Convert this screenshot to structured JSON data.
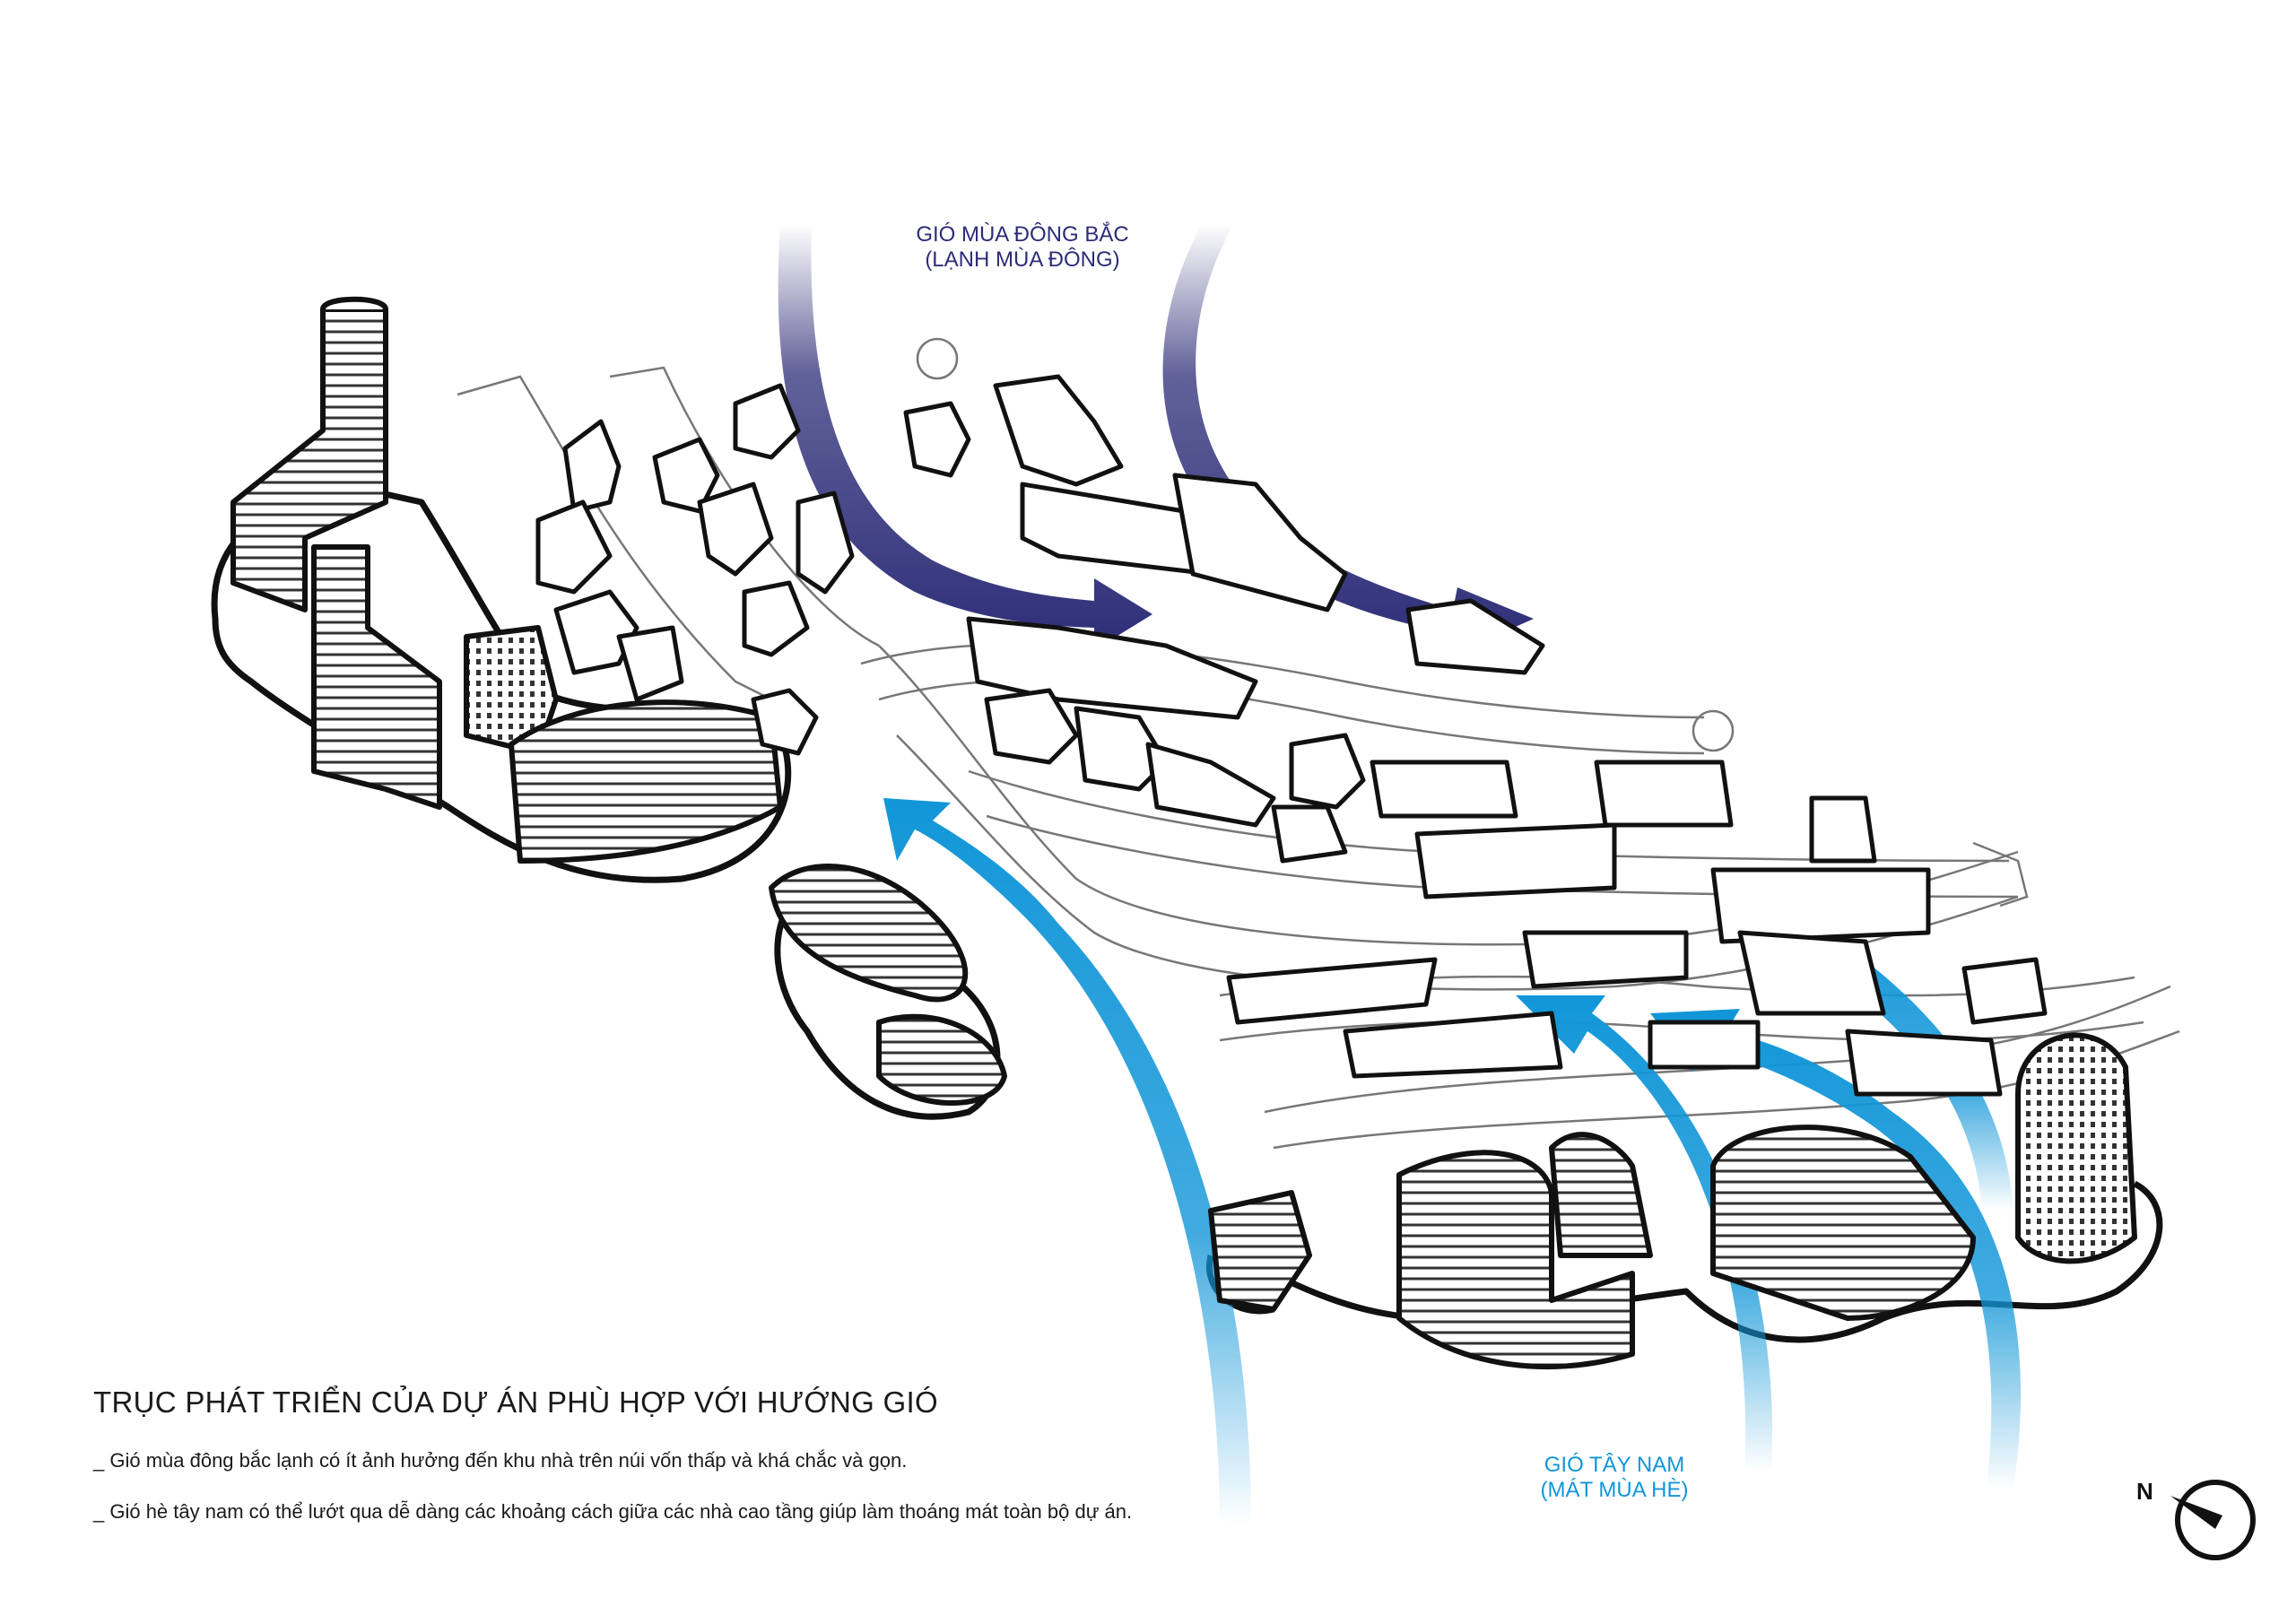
{
  "winds": {
    "northeast": {
      "line1": "GIÓ MÙA ĐÔNG BẮC",
      "line2": "(LẠNH MÙA ĐÔNG)",
      "color": "#2d2d78"
    },
    "southwest": {
      "line1": "GIÓ TÂY NAM",
      "line2": "(MÁT MÙA HÈ)",
      "color": "#1296d8"
    }
  },
  "caption": {
    "title": "TRỤC PHÁT TRIỂN CỦA DỰ ÁN PHÙ HỢP VỚI HƯỚNG GIÓ",
    "note1": "_ Gió mùa đông bắc lạnh có ít ảnh hưởng đến khu nhà trên núi vốn thấp và khá chắc và gọn.",
    "note2": "_ Gió hè tây nam có thể lướt qua dễ dàng các khoảng cách giữa các nhà cao tầng giúp làm thoáng mát toàn bộ dự án."
  },
  "compass": {
    "label": "N",
    "icon": "north-arrow-icon"
  }
}
